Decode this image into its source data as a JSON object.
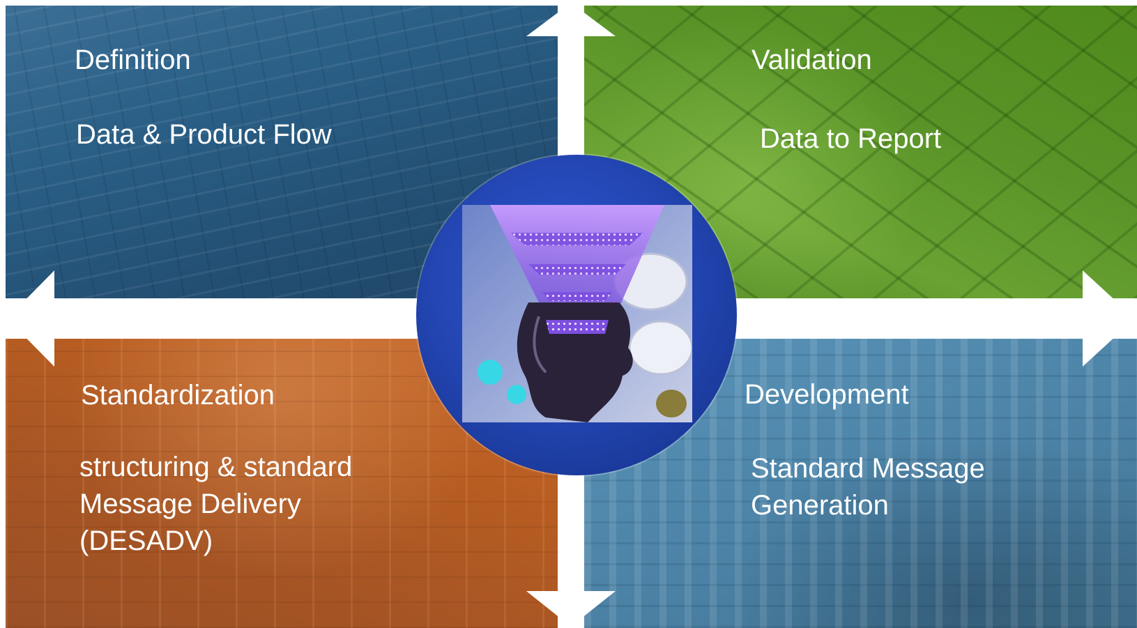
{
  "quadrants": {
    "top_left": {
      "heading": "Definition",
      "body": "Data & Product Flow"
    },
    "top_right": {
      "heading": "Validation",
      "body": "Data to Report"
    },
    "bottom_left": {
      "heading": "Standardization",
      "body": "structuring & standard Message Delivery (DESADV)"
    },
    "bottom_right": {
      "heading": "Development",
      "body": "Standard Message Generation"
    }
  },
  "colors": {
    "top_left": "#2a5f86",
    "top_right": "#5a9428",
    "bottom_left": "#b85d22",
    "bottom_right": "#4f87ab",
    "hub": "#2447b5",
    "arrow": "#ffffff"
  },
  "icons": {
    "center": "head-with-data-grid-image",
    "arrows": "four-way-arrow"
  }
}
